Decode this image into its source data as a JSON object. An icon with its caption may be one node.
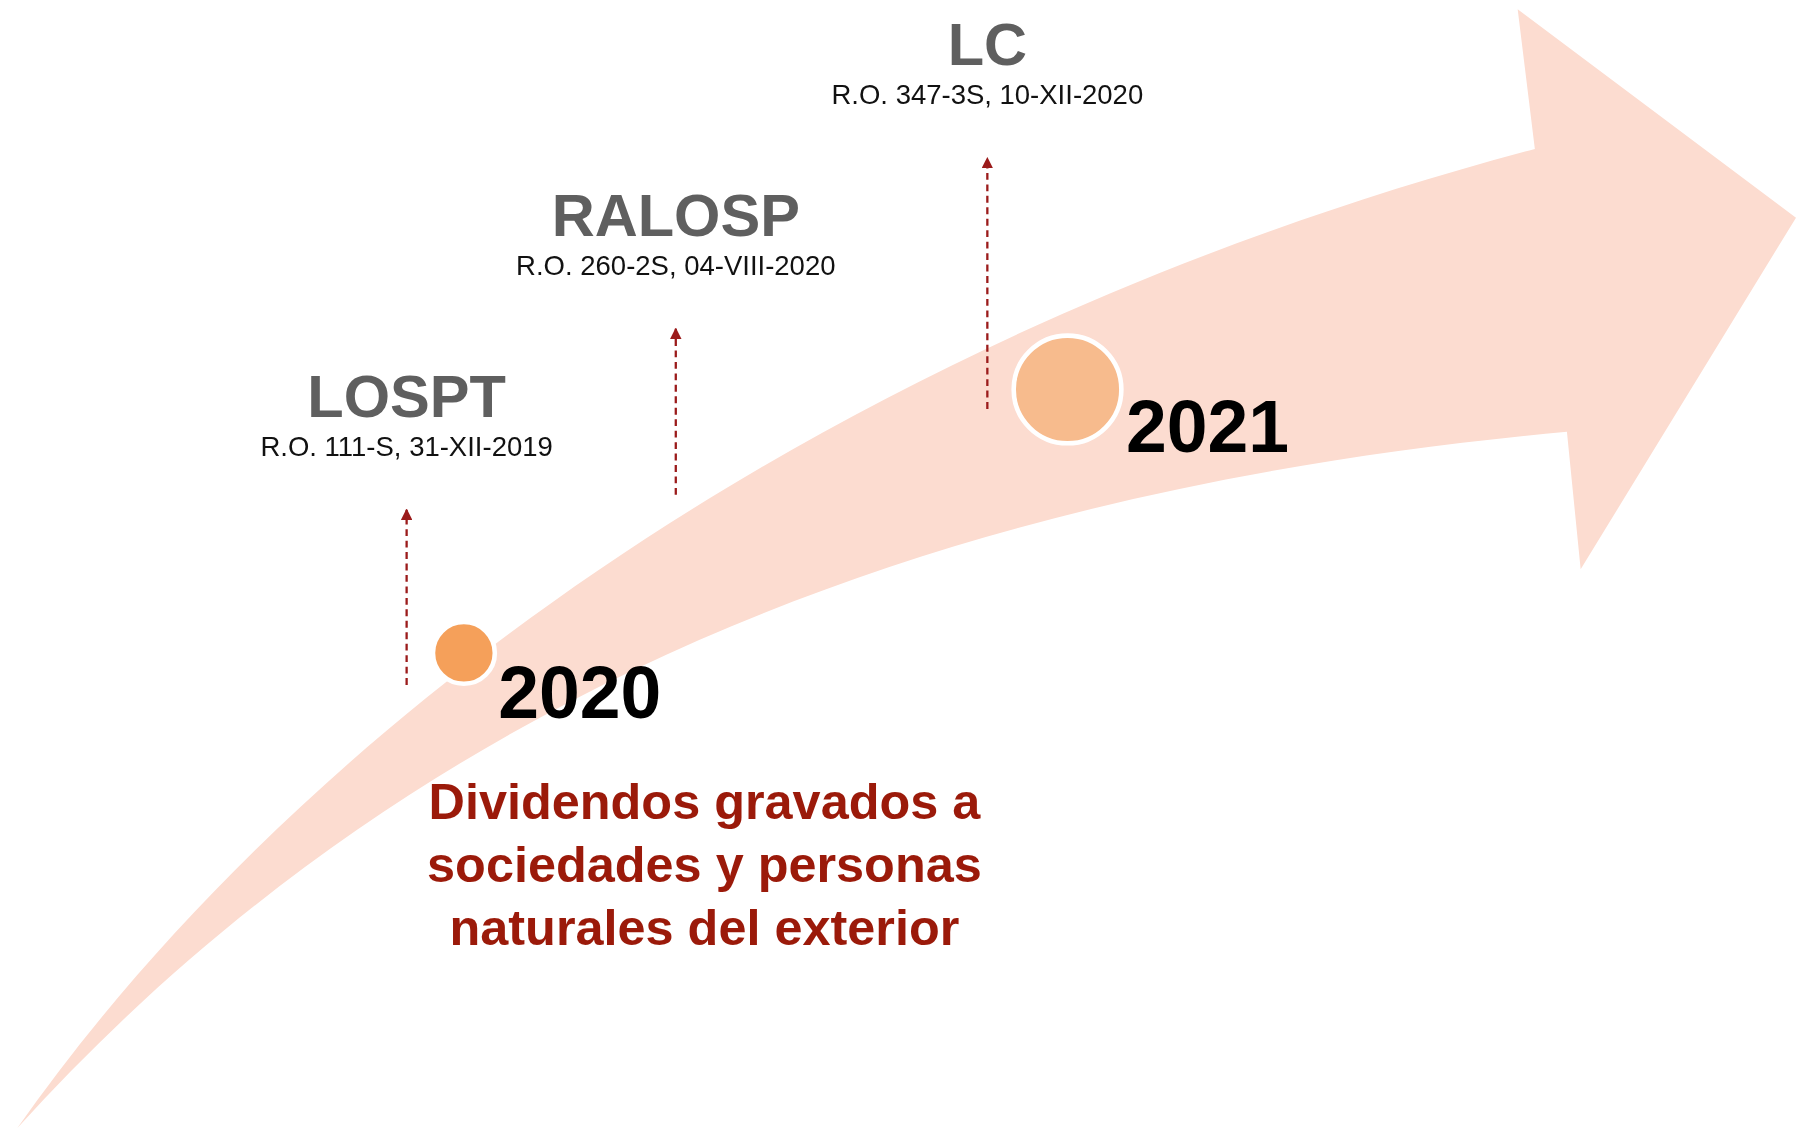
{
  "diagram": {
    "nodes": [
      {
        "text": [
          "LOSPT",
          "R.O. 111-S, 31-XII-2019"
        ]
      },
      {
        "text": [
          "RALOSP",
          "R.O. 260-2S, 04-VIII-2020"
        ]
      },
      {
        "text": [
          "LC",
          "R.O. 347-3S, 10-XII-2020"
        ]
      },
      {
        "text": [],
        "shape": "circle",
        "beside": [
          "2020"
        ]
      },
      {
        "text": [],
        "shape": "circle",
        "beside": [
          "2021"
        ]
      }
    ],
    "edges": [
      {
        "from": null,
        "to": 0,
        "arrow": "to",
        "style": "dashed"
      },
      {
        "from": null,
        "to": 1,
        "arrow": "to",
        "style": "dashed"
      },
      {
        "from": null,
        "to": 2,
        "arrow": "to",
        "style": "dashed"
      }
    ],
    "labels": [
      "Dividendos gravados a sociedades y personas naturales del exterior"
    ]
  }
}
